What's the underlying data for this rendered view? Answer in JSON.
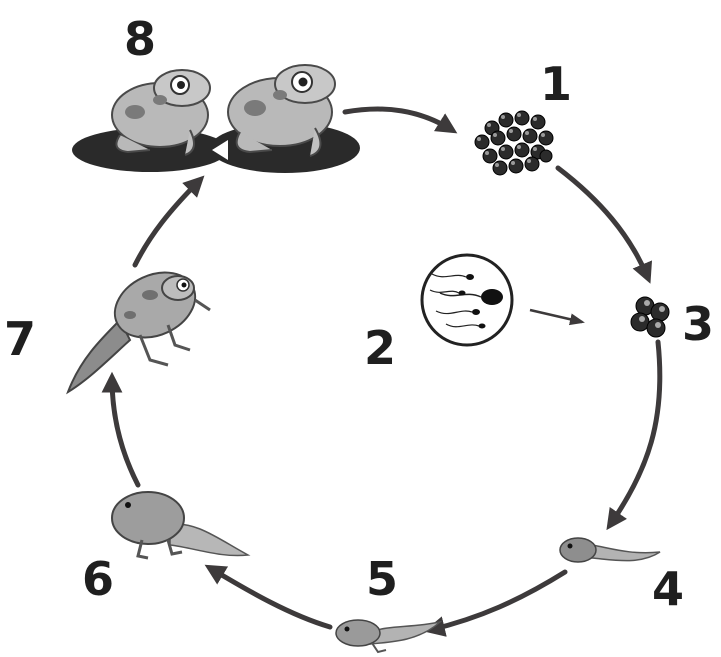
{
  "stages": [
    {
      "number": "1",
      "icon": "egg-cluster-icon"
    },
    {
      "number": "2",
      "icon": "sperm-cells-icon"
    },
    {
      "number": "3",
      "icon": "fertilized-eggs-icon"
    },
    {
      "number": "4",
      "icon": "tadpole-icon"
    },
    {
      "number": "5",
      "icon": "tadpole-growing-icon"
    },
    {
      "number": "6",
      "icon": "tadpole-with-legs-icon"
    },
    {
      "number": "7",
      "icon": "froglet-icon"
    },
    {
      "number": "8",
      "icon": "adult-frogs-icon"
    }
  ],
  "colors": {
    "arrow": "#3d3a3b",
    "egg": "#2b2b2b",
    "frog_light": "#b9b9b9",
    "frog_dark": "#6e6e6e",
    "lily_pad": "#2a2a2a"
  }
}
